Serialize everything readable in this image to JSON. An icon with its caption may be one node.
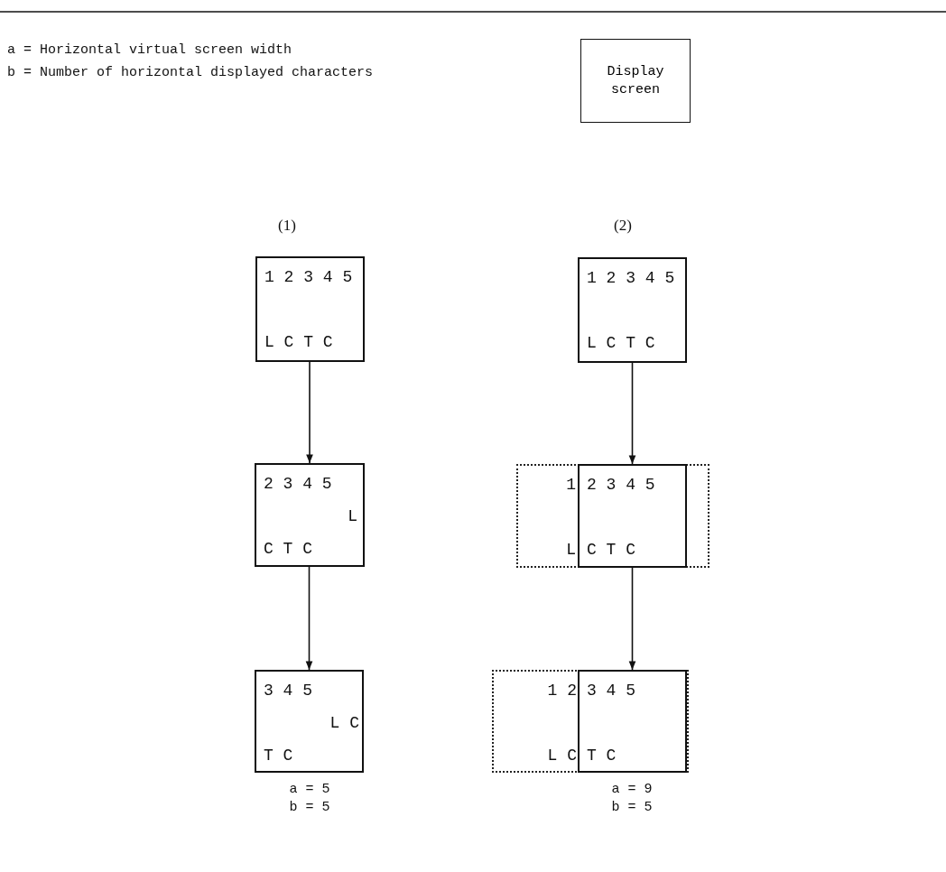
{
  "diagram": {
    "nodes": [
      {
        "text": [
          "Display screen"
        ]
      },
      {
        "text": [
          "1 2 3 4 5",
          "L C T C"
        ]
      },
      {
        "text": [
          "2 3 4 5",
          "L",
          "C T C"
        ]
      },
      {
        "text": [
          "3 4 5",
          "L C",
          "T C"
        ]
      },
      {
        "text": [
          "1 2 3 4 5",
          "L C T C"
        ]
      },
      {
        "text": [
          "1",
          "L"
        ]
      },
      {
        "text": [
          "2 3 4 5",
          "C T C"
        ],
        "in": 5
      },
      {
        "text": [
          "1 2",
          "L C"
        ]
      },
      {
        "text": [
          "3 4 5",
          "T C"
        ],
        "in": 7
      }
    ],
    "edges": [
      {
        "from": 1,
        "to": 2,
        "arrow": "to"
      },
      {
        "from": 2,
        "to": 3,
        "arrow": "to"
      },
      {
        "from": 4,
        "to": 6,
        "arrow": "to"
      },
      {
        "from": 6,
        "to": 8,
        "arrow": "to"
      }
    ],
    "labels": [
      "a = Horizontal virtual screen width",
      "b = Number of horizontal displayed characters",
      "(1)",
      "(2)",
      "a = 5",
      "b = 5",
      "a = 9",
      "b = 5"
    ]
  }
}
